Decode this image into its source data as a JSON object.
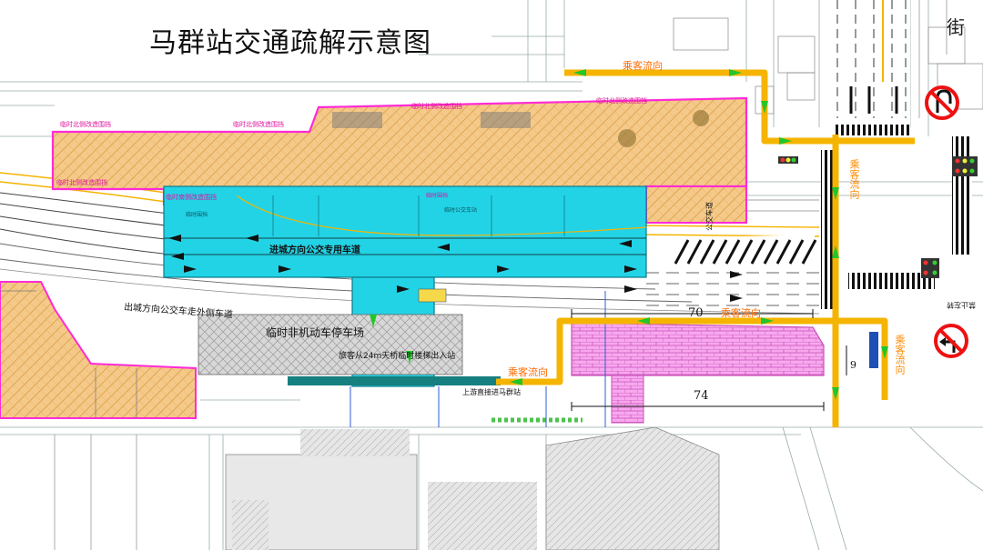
{
  "title": "马群站交通疏解示意图",
  "labels": {
    "street_corner": "街",
    "flow_top": "乘客流向",
    "flow_right_upper": "乘客流向",
    "flow_right_lower": "乘客流向",
    "flow_mid": "乘客流向",
    "flow_bottom": "乘客流向",
    "bus_lane": "出城方向公交车走外侧车道",
    "bike_parking": "临时非机动车停车场",
    "bridge_note": "旅客从24m天桥临时楼梯出入站",
    "bus_only": "进城方向公交专用车道",
    "entrance_note": "上游直接进马群站",
    "dim_top": "70",
    "dim_bottom": "74",
    "dim_side": "9",
    "enclosure_1": "临时北侧改造围挡",
    "enclosure_2": "临时北侧改造围挡",
    "enclosure_3": "临时北侧改造围挡",
    "enclosure_4": "临时北侧改造围挡",
    "enclosure_5": "临时北侧改造围挡",
    "enclosure_6": "临时南侧改造围挡",
    "small_1": "临时围挡",
    "small_2": "临时围挡",
    "small_3": "临时公交车站",
    "road_note": "公交车道",
    "sign_no_uturn": "禁止掉头",
    "sign_no_left": "禁止左转"
  },
  "colors": {
    "construction_fill": "#f4c98a",
    "enclosure_line": "#ff2bd6",
    "station_fill": "#22d3e6",
    "passenger_route": "#f5b400",
    "flow_arrow": "#24c42a",
    "bike_area": "#cfcfcf"
  }
}
